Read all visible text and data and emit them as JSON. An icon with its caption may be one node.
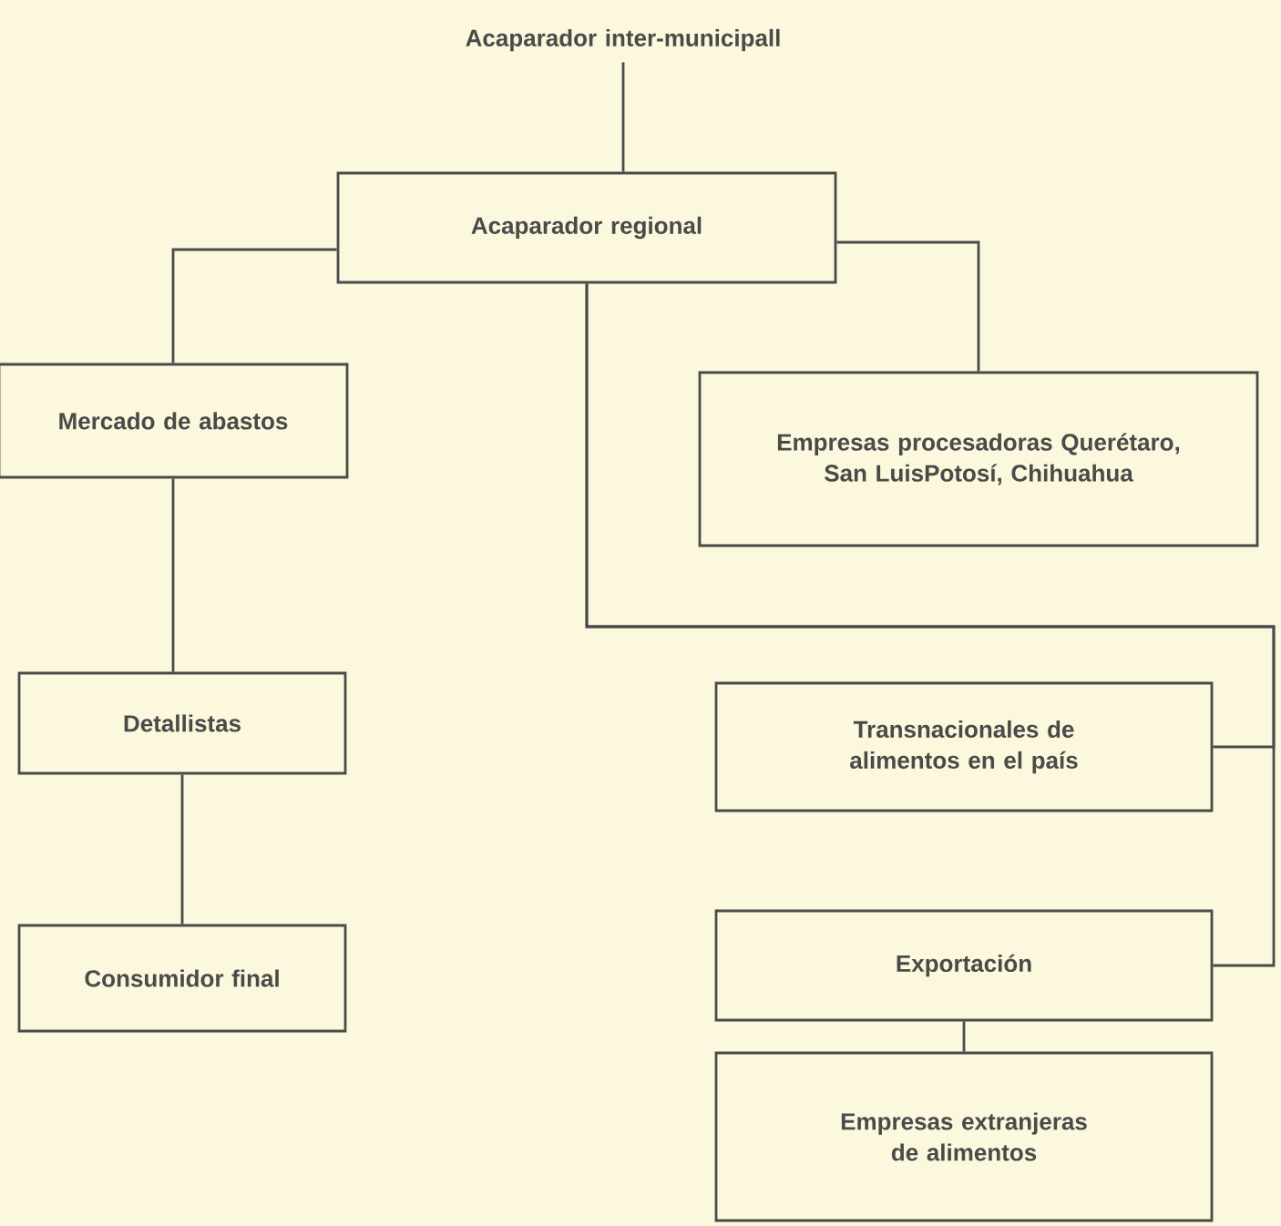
{
  "diagram": {
    "nodes": [
      {
        "text": [
          "Acaparador inter-municipall"
        ]
      },
      {
        "text": [
          "Acaparador regional"
        ]
      },
      {
        "text": [
          "Mercado de abastos"
        ]
      },
      {
        "text": [
          "Empresas procesadoras Querétaro, San LuisPotosí, Chihuahua"
        ]
      },
      {
        "text": [
          "Detallistas"
        ]
      },
      {
        "text": [
          "Transnacionales de alimentos en el país"
        ]
      },
      {
        "text": [
          "Consumidor final"
        ]
      },
      {
        "text": [
          "Exportación"
        ]
      },
      {
        "text": [
          "Empresas extranjeras de alimentos"
        ]
      }
    ],
    "edges": [
      {
        "from": 0,
        "to": 1,
        "arrow": "none"
      },
      {
        "from": 1,
        "to": 2,
        "arrow": "none"
      },
      {
        "from": 1,
        "to": 3,
        "arrow": "none"
      },
      {
        "from": 1,
        "to": 5,
        "arrow": "none"
      },
      {
        "from": 1,
        "to": 7,
        "arrow": "none"
      },
      {
        "from": 2,
        "to": 4,
        "arrow": "none"
      },
      {
        "from": 4,
        "to": 6,
        "arrow": "none"
      },
      {
        "from": 7,
        "to": 8,
        "arrow": "none"
      }
    ]
  }
}
